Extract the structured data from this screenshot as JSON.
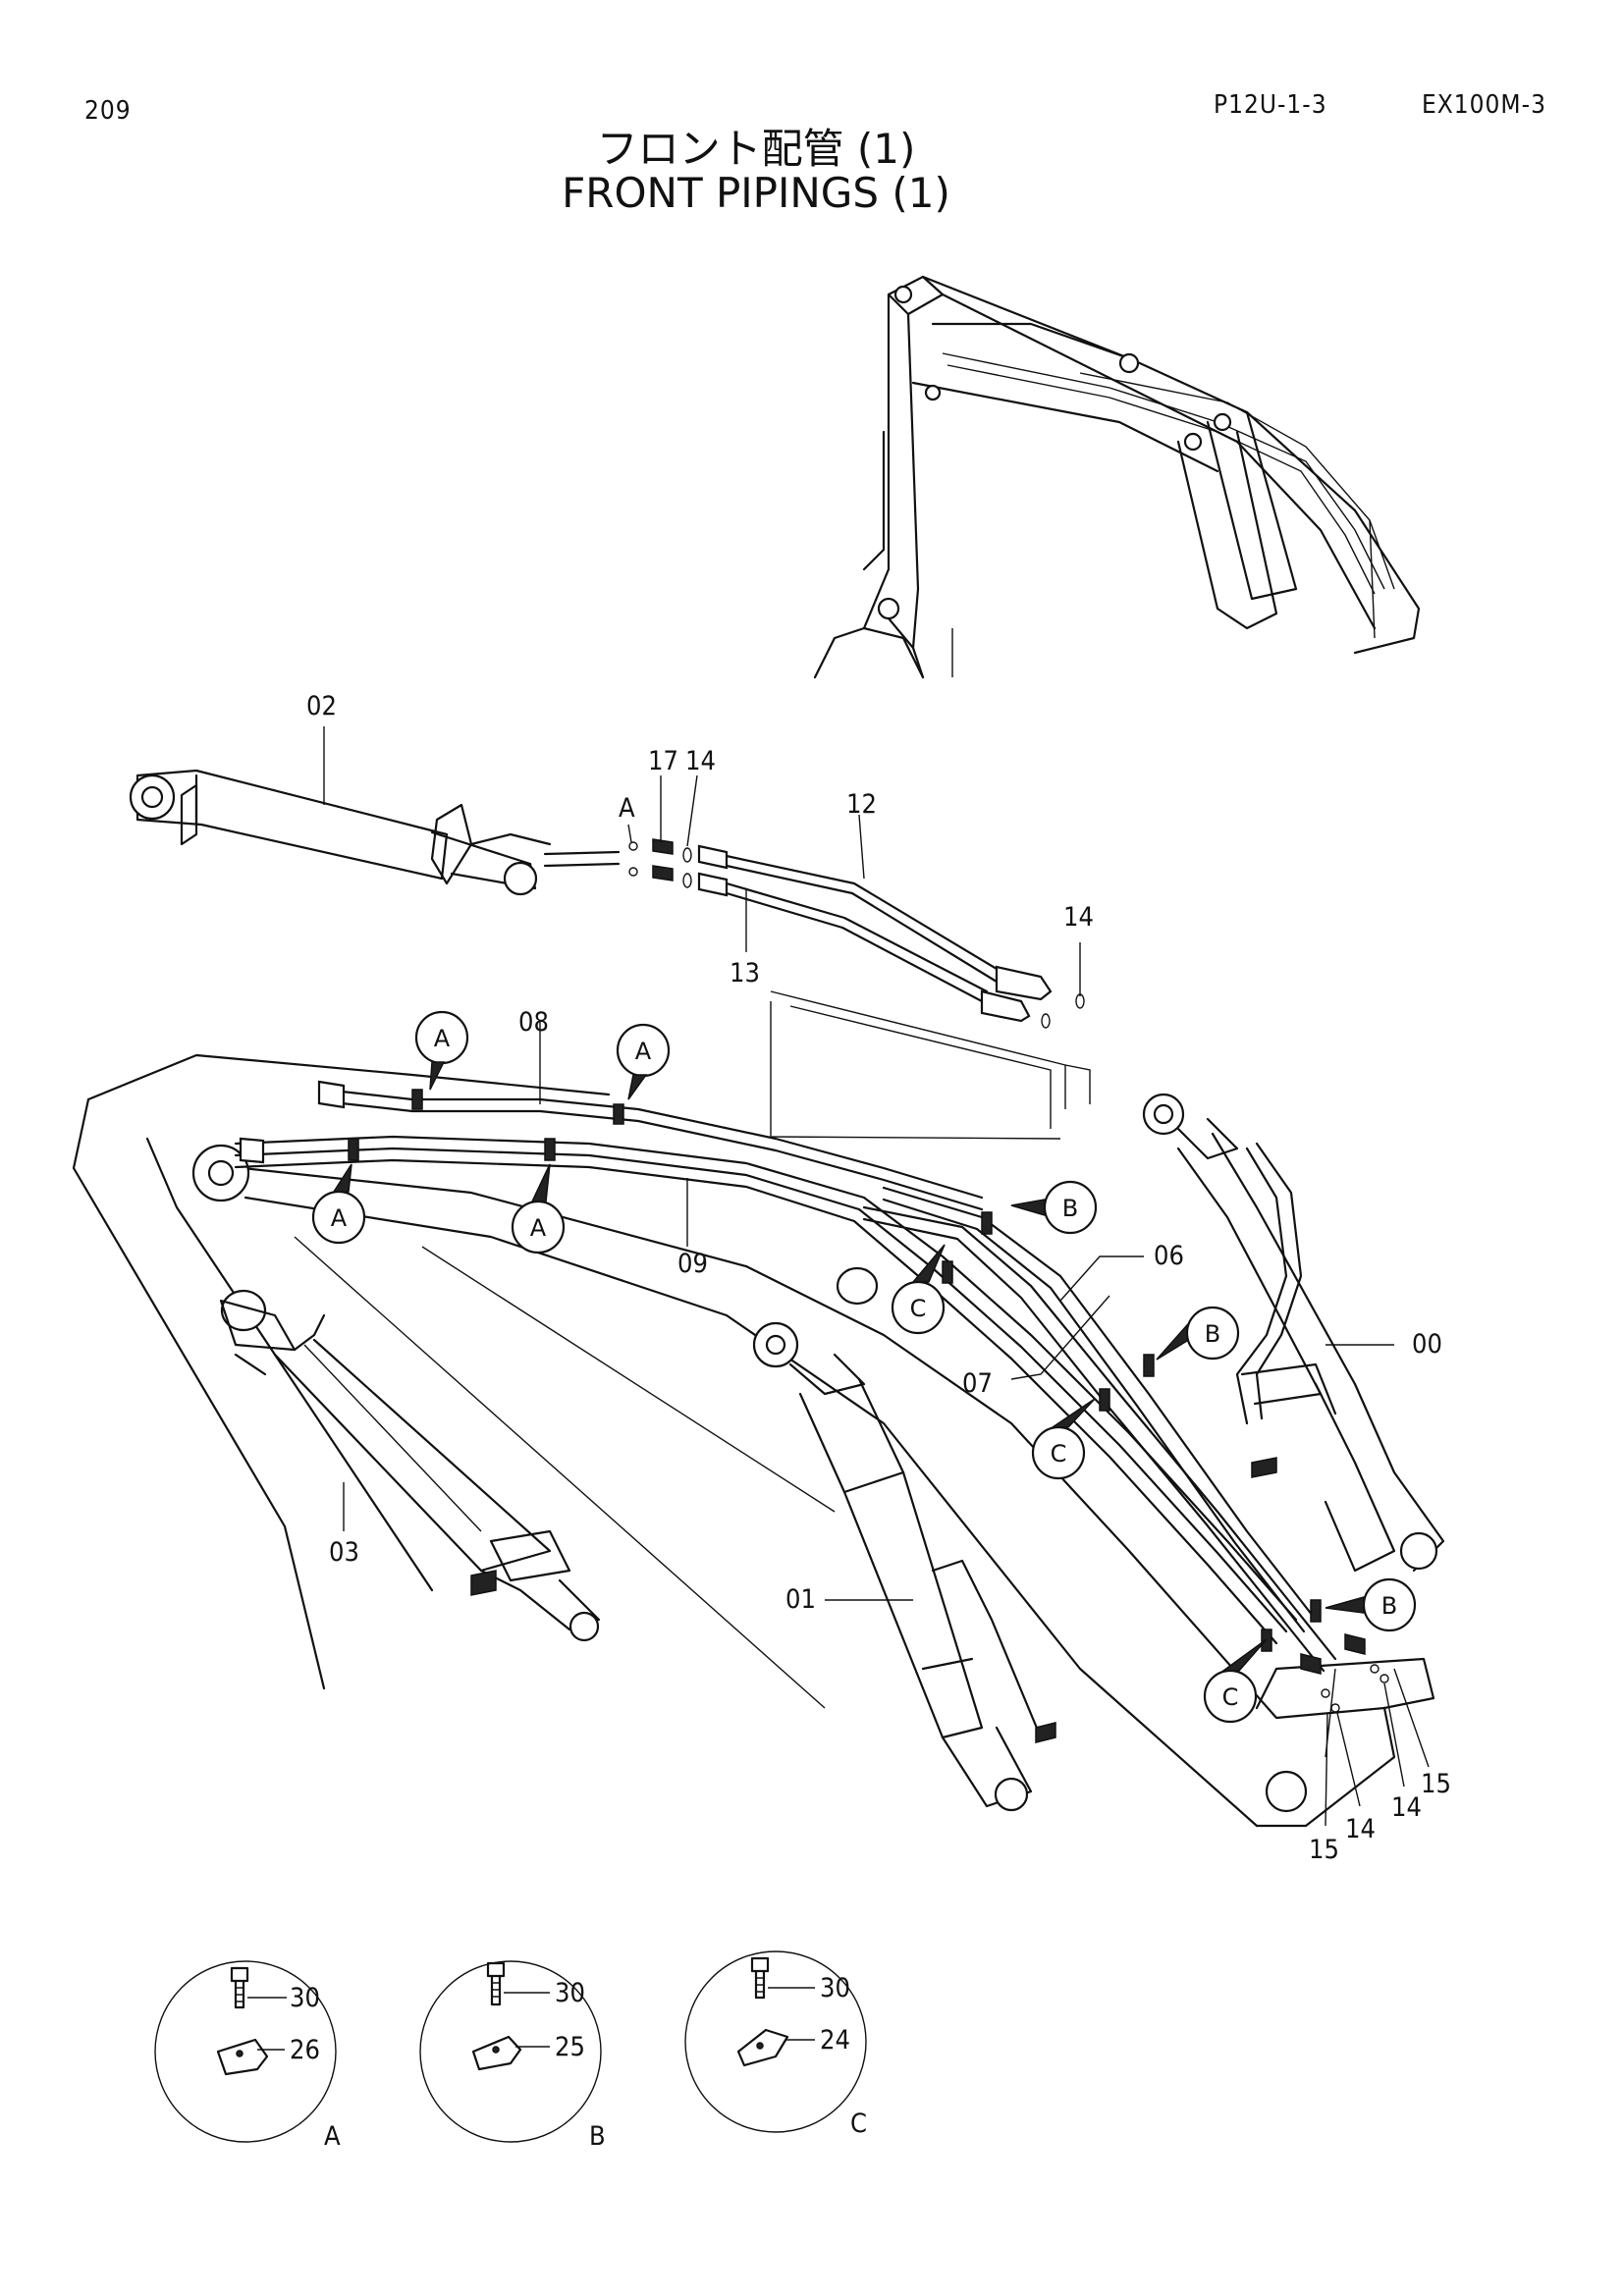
{
  "header": {
    "page_number": "209",
    "catalog_code": "P12U-1-3",
    "model": "EX100M-3"
  },
  "title": {
    "japanese": "フロント配管 (1)",
    "english": "FRONT PIPINGS (1)"
  },
  "part_labels": [
    "00",
    "01",
    "02",
    "03",
    "06",
    "07",
    "08",
    "09",
    "12",
    "13",
    "14",
    "14",
    "14",
    "14",
    "15",
    "15",
    "17"
  ],
  "clamp_callouts": [
    "A",
    "A",
    "A",
    "A",
    "B",
    "B",
    "B",
    "C",
    "C",
    "C"
  ],
  "detail_views": [
    {
      "view": "A",
      "bolt": "30",
      "clamp": "26"
    },
    {
      "view": "B",
      "bolt": "30",
      "clamp": "25"
    },
    {
      "view": "C",
      "bolt": "30",
      "clamp": "24"
    }
  ]
}
